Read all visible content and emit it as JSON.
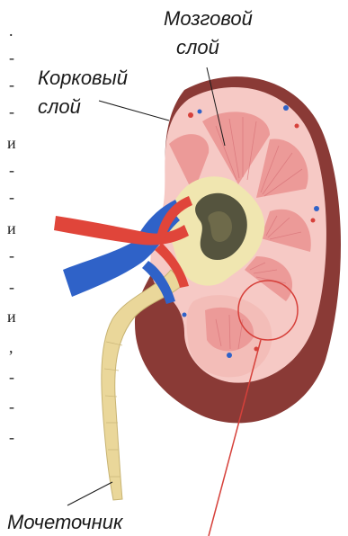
{
  "labels": {
    "medulla_line1": "Мозговой",
    "medulla_line2": "слой",
    "cortex_line1": "Корковый",
    "cortex_line2": "слой",
    "ureter": "Мочеточник"
  },
  "margin_text": [
    ".",
    "-",
    "-",
    "-",
    "и",
    "-",
    "-",
    "и",
    "-",
    "-",
    "и",
    ",",
    "-",
    "-",
    "-"
  ],
  "colors": {
    "capsule": "#8a3a36",
    "cortex": "#f6c9c5",
    "pyramid": "#ec9a98",
    "pelvis": "#f0e6b0",
    "artery": "#e0453a",
    "vein": "#2f62c8",
    "ureter": "#ead79a",
    "callout": "#d6403a"
  },
  "icons": {
    "kidney": "kidney-cross-section-illustration"
  }
}
